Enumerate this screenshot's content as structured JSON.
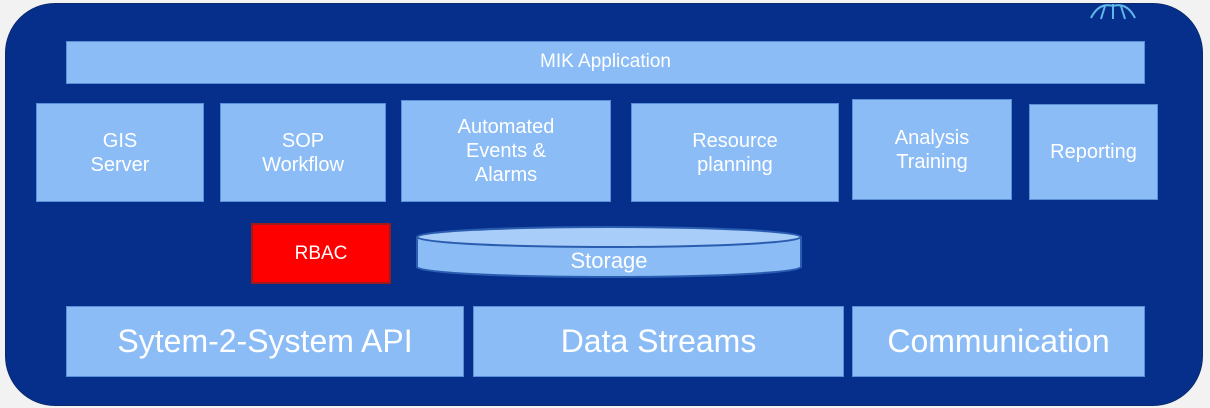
{
  "colors": {
    "frame": "#062f8c",
    "module": "#8bbcf6",
    "module_text": "#ffffff",
    "rbac": "#ff0000",
    "page": "#f2f2f2"
  },
  "application_bar": {
    "label": "MIK Application"
  },
  "modules": [
    {
      "label": "GIS\nServer"
    },
    {
      "label": "SOP\nWorkflow"
    },
    {
      "label": "Automated\nEvents &\nAlarms"
    },
    {
      "label": "Resource\nplanning"
    },
    {
      "label": "Analysis\nTraining"
    },
    {
      "label": "Reporting"
    }
  ],
  "rbac": {
    "label": "RBAC"
  },
  "storage": {
    "label": "Storage"
  },
  "bottom_layer": [
    {
      "label": "Sytem-2-System API"
    },
    {
      "label": "Data Streams"
    },
    {
      "label": "Communication"
    }
  ],
  "logo": {
    "icon": "tower-logo-icon"
  }
}
